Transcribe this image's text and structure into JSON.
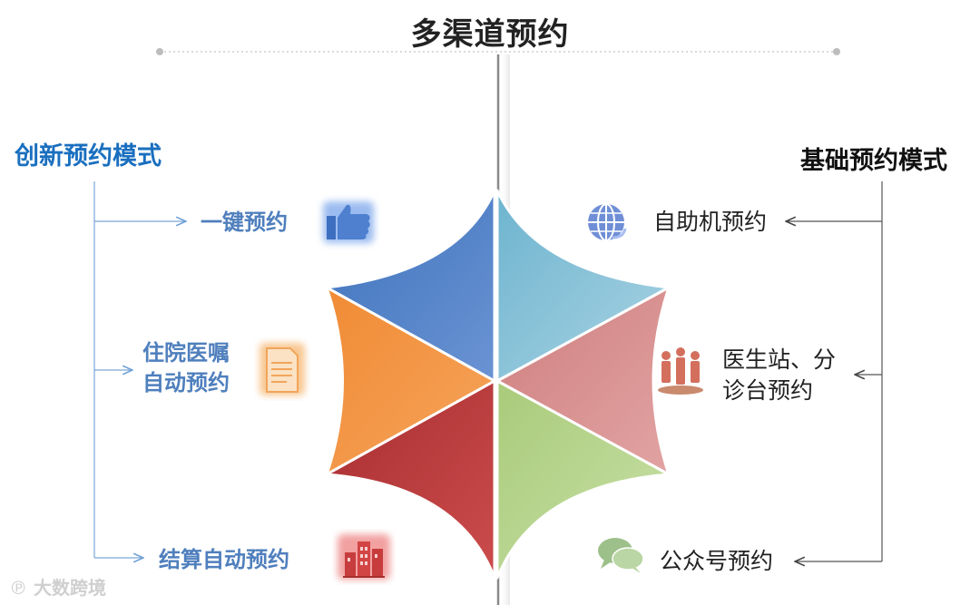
{
  "title": "多渠道预约",
  "left_section": {
    "heading": "创新预约模式",
    "items": [
      {
        "label": "一键预约",
        "icon": "thumbs-up-icon"
      },
      {
        "label_lines": [
          "住院医嘱",
          "自动预约"
        ],
        "icon": "document-icon"
      },
      {
        "label": "结算自动预约",
        "icon": "buildings-icon"
      }
    ]
  },
  "right_section": {
    "heading": "基础预约模式",
    "items": [
      {
        "label": "自助机预约",
        "icon": "globe-icon"
      },
      {
        "label_lines": [
          "医生站、分",
          "诊台预约"
        ],
        "icon": "people-icon"
      },
      {
        "label": "公众号预约",
        "icon": "chat-bubbles-icon"
      }
    ]
  },
  "colors": {
    "blue": "#4a7dc0",
    "orange": "#f39a4a",
    "red": "#b8393c",
    "light_blue": "#8fc5d9",
    "pink": "#d69090",
    "green": "#b5cf8a",
    "left_accent": "#1a6fbf"
  },
  "watermark": "大数跨境"
}
